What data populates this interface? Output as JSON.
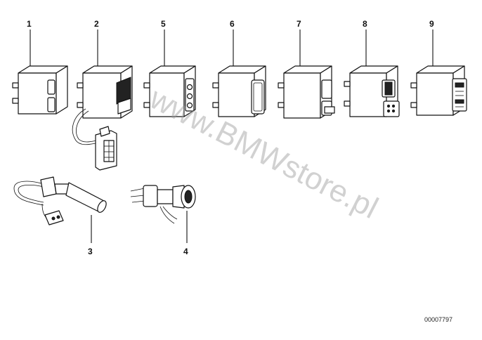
{
  "diagram": {
    "parts": [
      {
        "id": "p1",
        "label": "1"
      },
      {
        "id": "p2",
        "label": "2"
      },
      {
        "id": "p5",
        "label": "5"
      },
      {
        "id": "p6",
        "label": "6"
      },
      {
        "id": "p7",
        "label": "7"
      },
      {
        "id": "p8",
        "label": "8"
      },
      {
        "id": "p9",
        "label": "9"
      },
      {
        "id": "p3",
        "label": "3"
      },
      {
        "id": "p4",
        "label": "4"
      }
    ],
    "watermark": "www.BMWstore.pl",
    "reference_number": "00007797"
  }
}
